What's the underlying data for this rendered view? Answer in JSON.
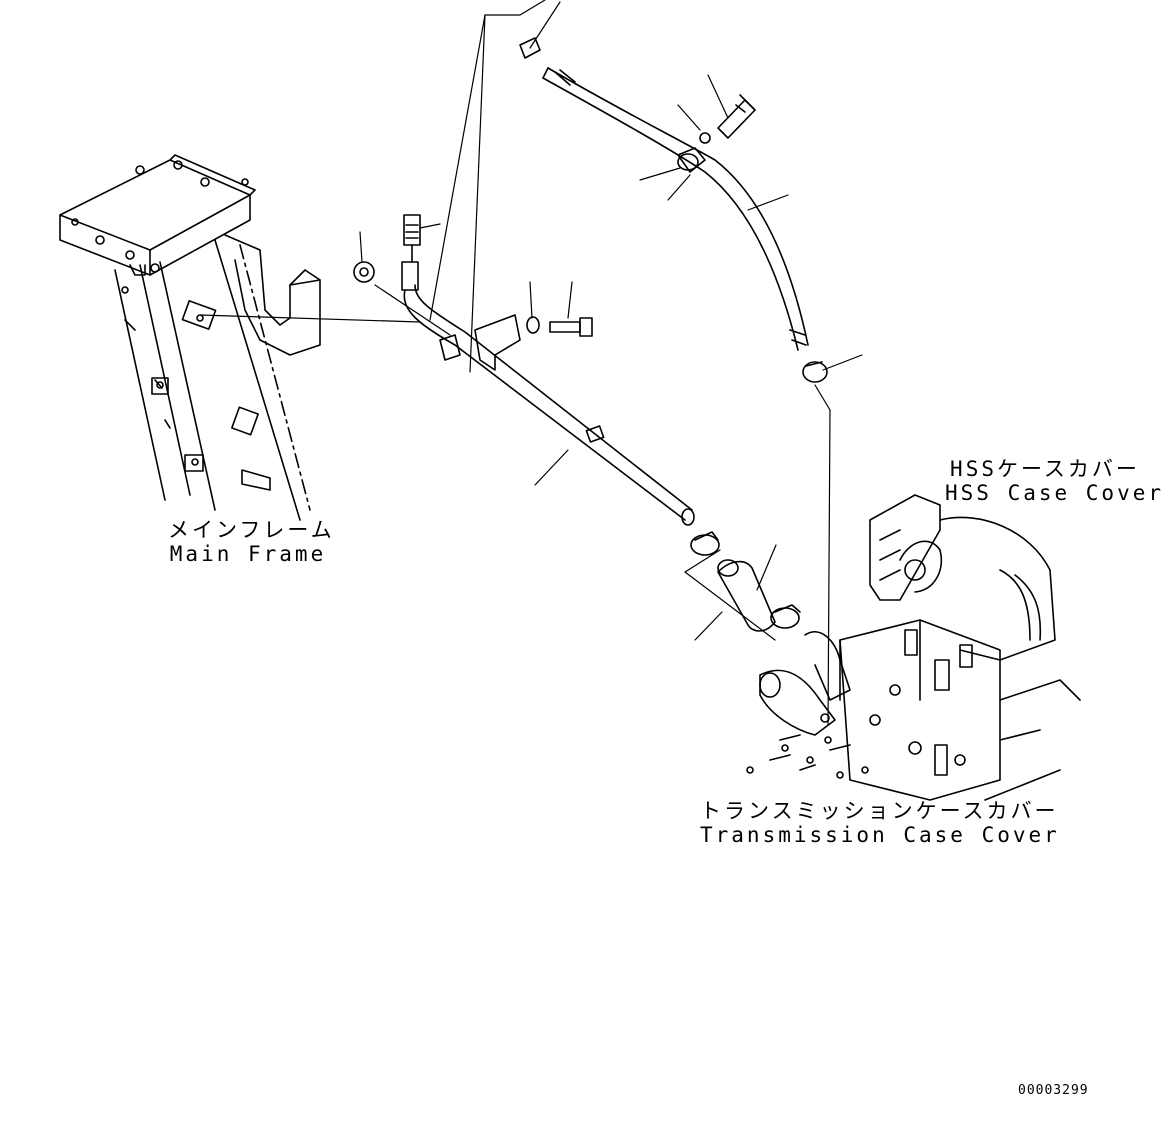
{
  "labels": {
    "main_frame": {
      "ja": "メインフレーム",
      "en": "Main Frame"
    },
    "hss_case_cover": {
      "ja": "HSSケースカバー",
      "en": "HSS Case Cover"
    },
    "transmission_case_cover": {
      "ja": "トランスミッションケースカバー",
      "en": "Transmission Case Cover"
    }
  },
  "drawing_code": "00003299",
  "colors": {
    "line": "#000000",
    "background": "#ffffff"
  }
}
